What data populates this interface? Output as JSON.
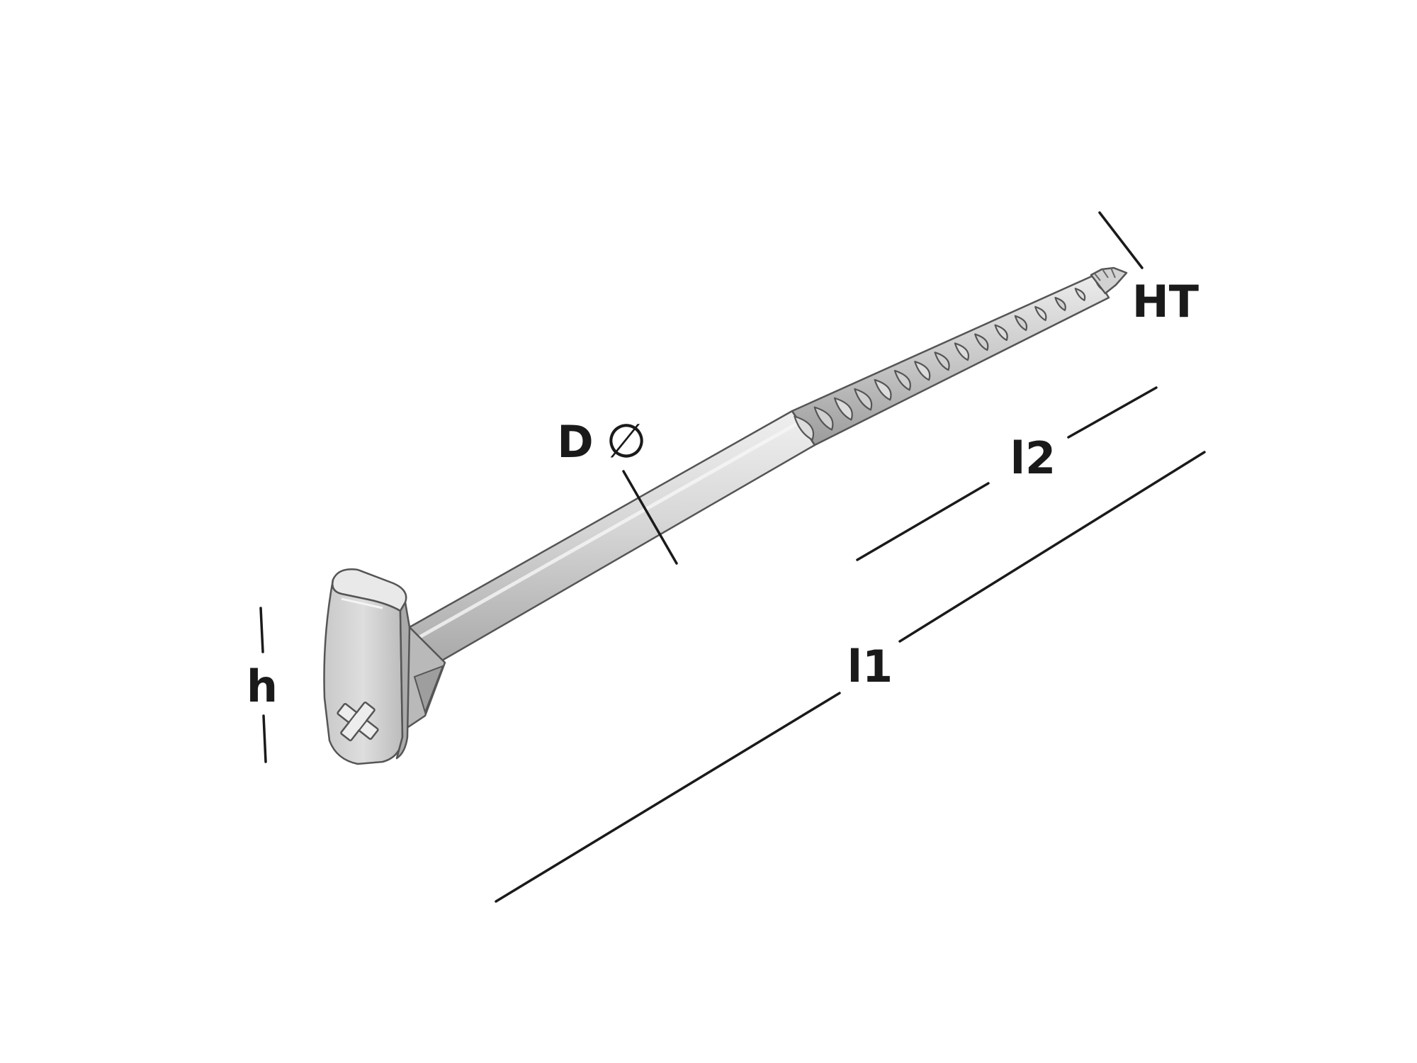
{
  "diagram": {
    "labels": {
      "head_height": "h",
      "diameter": "D",
      "diameter_symbol": "∅",
      "thread_length": "l2",
      "total_length": "l1",
      "thread_type": "HT"
    },
    "colors": {
      "background": "#ffffff",
      "line": "#1a1a1a",
      "metal_light": "#e4e4e4",
      "metal_mid": "#cfcfcf",
      "metal_dark": "#a9a9a9",
      "outline": "#555555"
    }
  }
}
